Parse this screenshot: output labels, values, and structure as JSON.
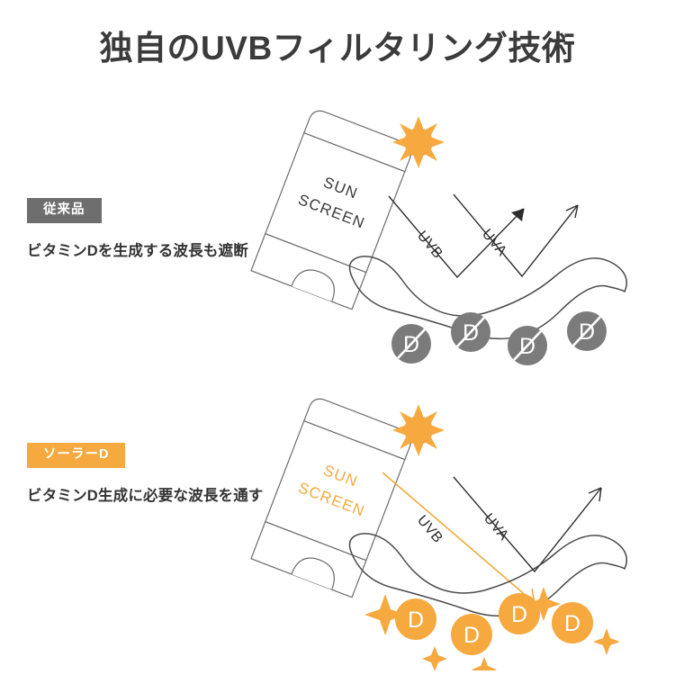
{
  "page": {
    "title": "独自のUVBフィルタリング技術",
    "background_color": "#ffffff",
    "title_color": "#3b3b3b"
  },
  "colors": {
    "orange": "#f5a93f",
    "orange_dark": "#f39c22",
    "gray_badge": "#6e6e6e",
    "gray_circle": "#7b7b7b",
    "line": "#4a4a4a",
    "text_dark": "#333333"
  },
  "sections": [
    {
      "id": "conventional",
      "badge": {
        "label": "従来品",
        "style": "gray",
        "color": "#6e6e6e"
      },
      "caption": "ビタミンDを生成する波長も遮断",
      "tube": {
        "label_line1": "SUN",
        "label_line2": "SCREEN",
        "label_color": "#3a3a3a"
      },
      "sun": {
        "icon": "sun-icon",
        "color": "#f5a93f"
      },
      "rays": [
        {
          "name": "UVB",
          "label": "UVB",
          "color": "#2d2d2d",
          "behavior": "reflected"
        },
        {
          "name": "UVA",
          "label": "UVA",
          "color": "#2d2d2d",
          "behavior": "reflected"
        }
      ],
      "vitamin_d": {
        "count": 4,
        "letter": "D",
        "blocked": true,
        "circle_color": "#7b7b7b",
        "letter_color": "#ffffff"
      },
      "sparkles": 0
    },
    {
      "id": "solar-d",
      "badge": {
        "label": "ソーラーD",
        "style": "orange",
        "color": "#f5a93f"
      },
      "caption": "ビタミンD生成に必要な波長を通す",
      "tube": {
        "label_line1": "SUN",
        "label_line2": "SCREEN",
        "label_color": "#f5a93f"
      },
      "sun": {
        "icon": "sun-icon",
        "color": "#f5a93f"
      },
      "rays": [
        {
          "name": "UVB",
          "label": "UVB",
          "color": "#f5a93f",
          "behavior": "transmitted"
        },
        {
          "name": "UVA",
          "label": "UVA",
          "color": "#2d2d2d",
          "behavior": "reflected"
        }
      ],
      "vitamin_d": {
        "count": 4,
        "letter": "D",
        "blocked": false,
        "circle_color": "#f5a93f",
        "letter_color": "#ffffff"
      },
      "sparkles": 5
    }
  ]
}
